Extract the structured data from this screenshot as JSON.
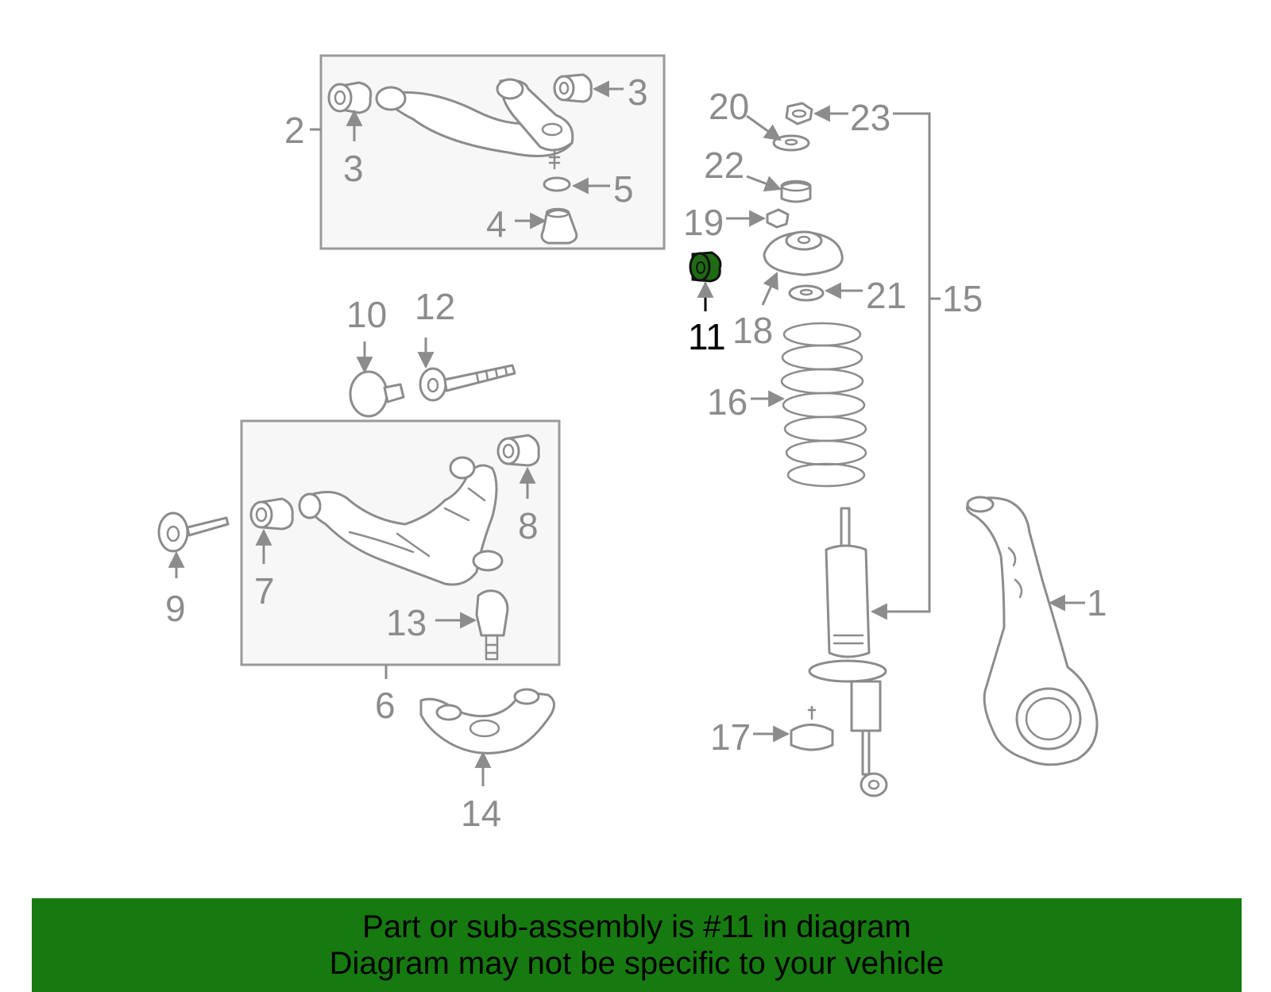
{
  "diagram": {
    "callouts": {
      "n1": "1",
      "n2": "2",
      "n3a": "3",
      "n3b": "3",
      "n4": "4",
      "n5": "5",
      "n6": "6",
      "n7": "7",
      "n8": "8",
      "n9": "9",
      "n10": "10",
      "n11": "11",
      "n12": "12",
      "n13": "13",
      "n14": "14",
      "n15": "15",
      "n16": "16",
      "n17": "17",
      "n18": "18",
      "n19": "19",
      "n20": "20",
      "n21": "21",
      "n22": "22",
      "n23": "23"
    },
    "highlighted_part": "11",
    "colors": {
      "line": "#8c8c8c",
      "highlight": "#1e6b14",
      "banner": "#167a10"
    }
  },
  "banner": {
    "line1": "Part or sub-assembly is #11 in diagram",
    "line2": "Diagram may not be specific to your vehicle"
  }
}
